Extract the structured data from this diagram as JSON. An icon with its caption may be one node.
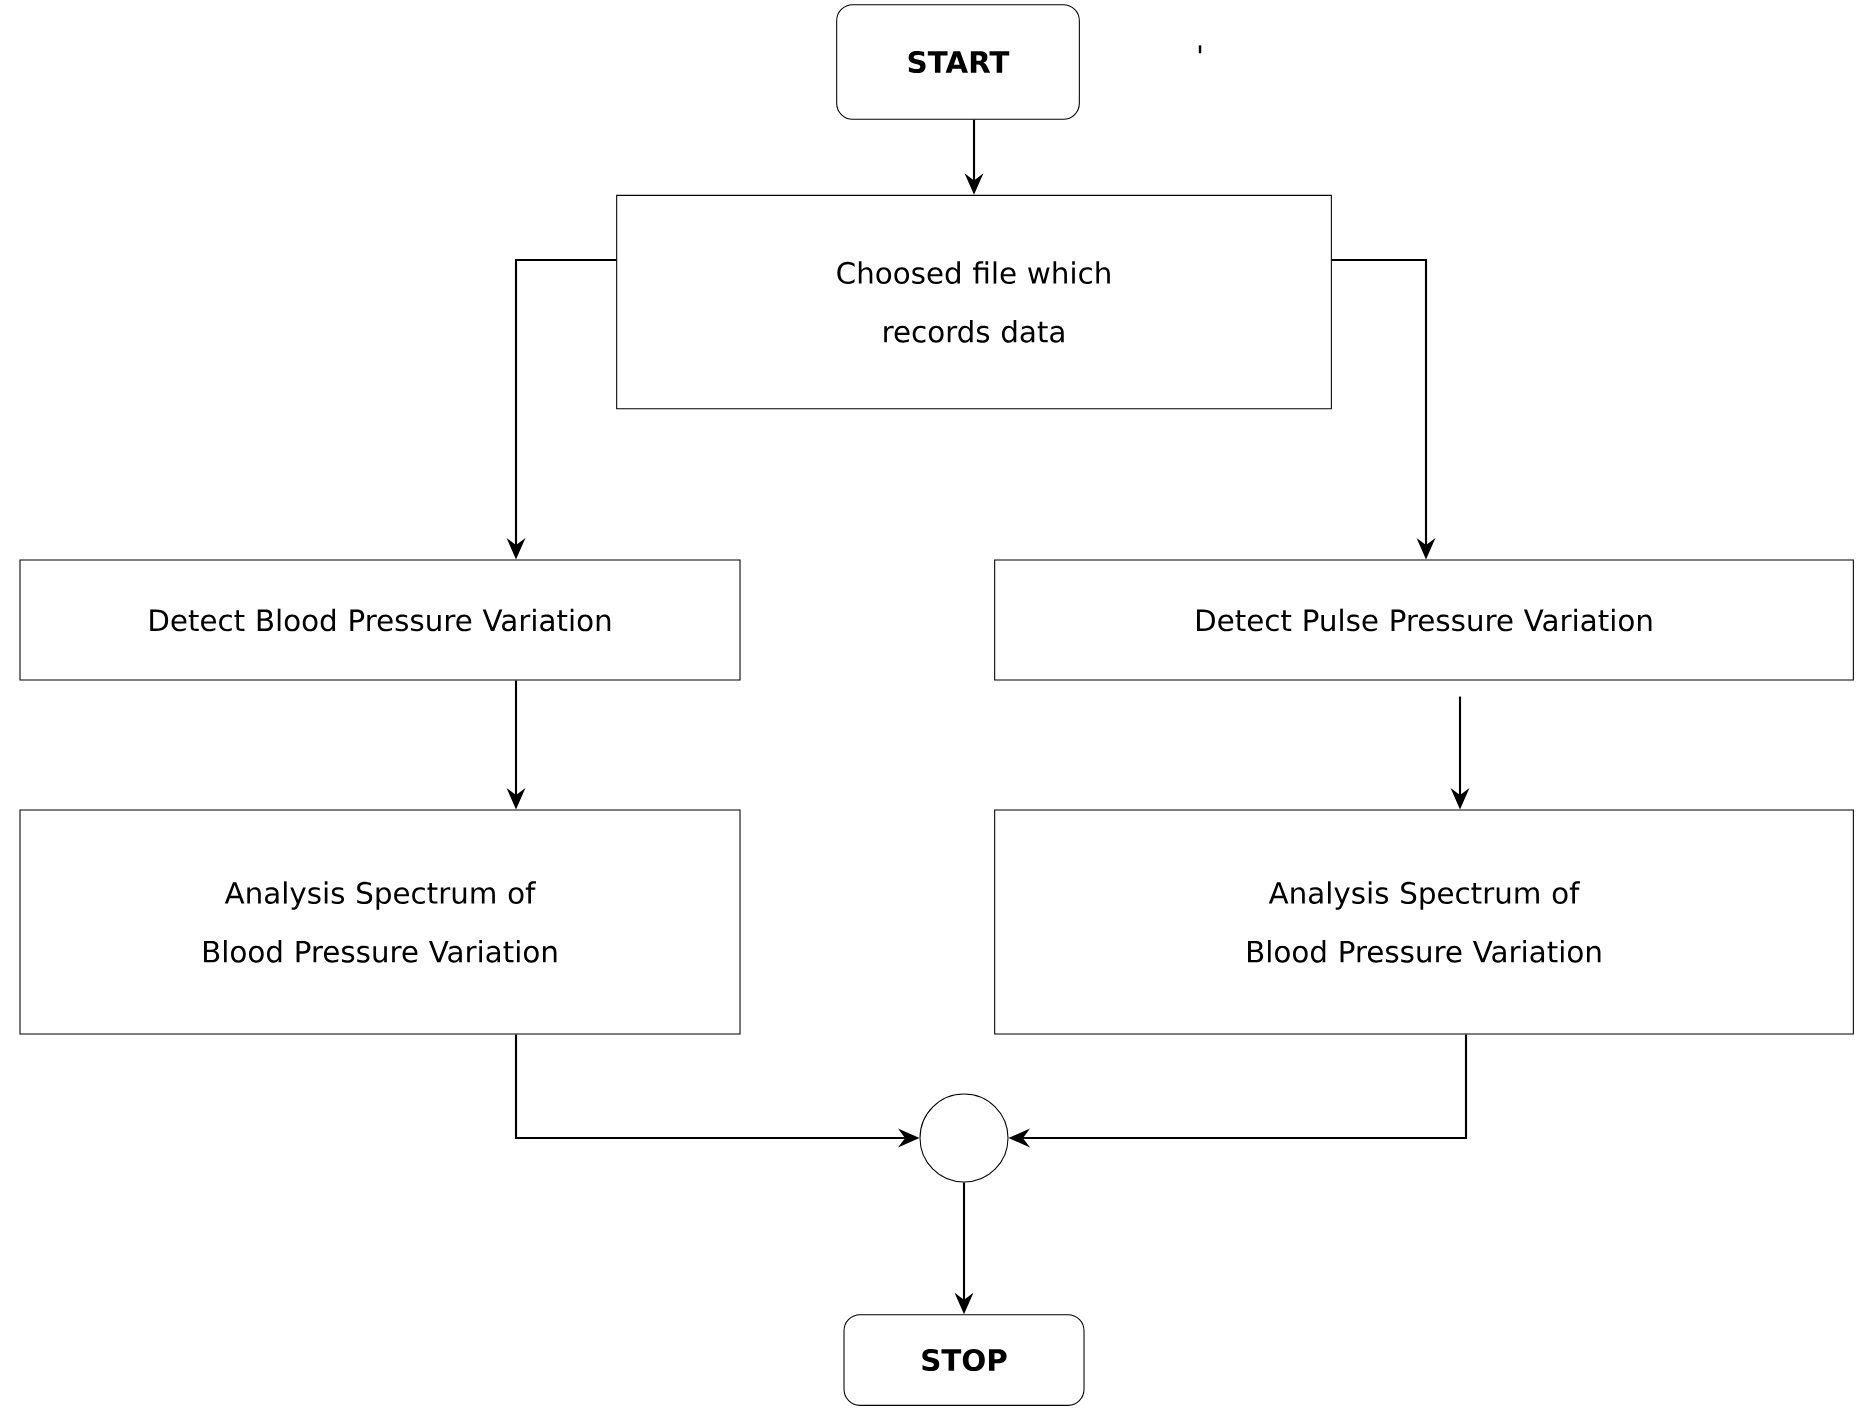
{
  "diagram": {
    "nodes": [
      {
        "text": [
          "START"
        ]
      },
      {
        "text": [
          "Choosed file which records data"
        ]
      },
      {
        "text": [
          "Detect Blood Pressure Variation"
        ]
      },
      {
        "text": [
          "Detect Pulse Pressure Variation"
        ]
      },
      {
        "text": [
          "Analysis Spectrum of Blood Pressure Variation"
        ]
      },
      {
        "text": [
          "Analysis Spectrum of Blood Pressure Variation"
        ]
      },
      {
        "text": [],
        "shape": "circle"
      },
      {
        "text": [
          "STOP"
        ]
      }
    ],
    "edges": [
      {
        "from": 0,
        "to": 1,
        "arrow": "to"
      },
      {
        "from": 1,
        "to": 2,
        "arrow": "to"
      },
      {
        "from": 1,
        "to": 3,
        "arrow": "to"
      },
      {
        "from": 2,
        "to": 4,
        "arrow": "to"
      },
      {
        "from": 3,
        "to": 5,
        "arrow": "to"
      },
      {
        "from": 4,
        "to": 6,
        "arrow": "to"
      },
      {
        "from": 5,
        "to": 6,
        "arrow": "to"
      },
      {
        "from": 6,
        "to": 7,
        "arrow": "to"
      }
    ],
    "labels": [
      "'"
    ]
  }
}
